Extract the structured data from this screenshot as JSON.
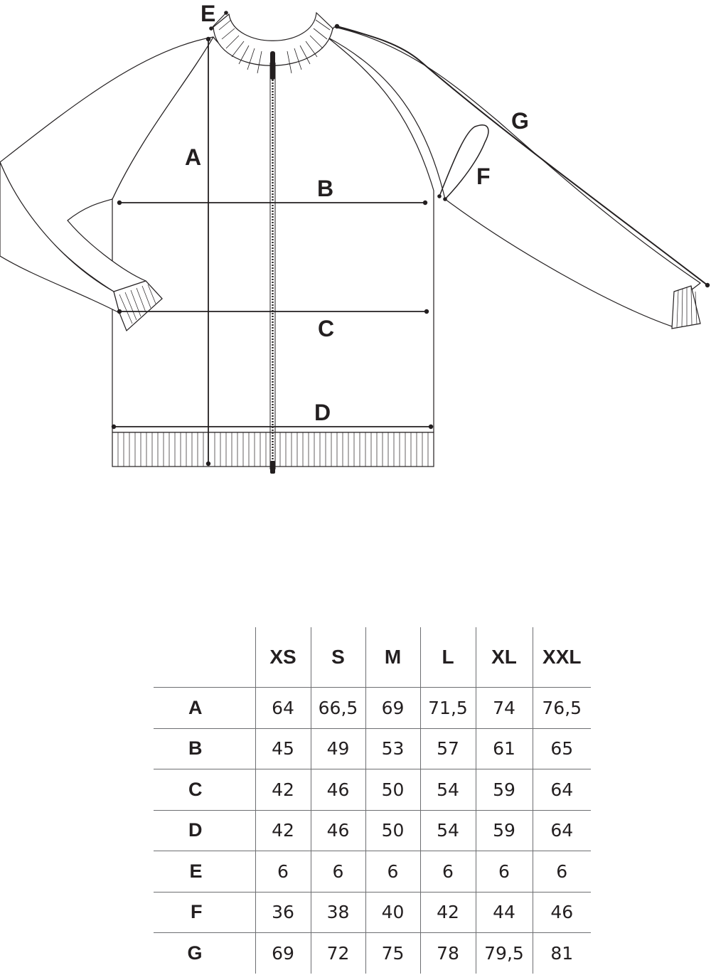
{
  "diagram": {
    "labels": {
      "A": "A",
      "B": "B",
      "C": "C",
      "D": "D",
      "E": "E",
      "F": "F",
      "G": "G"
    }
  },
  "table": {
    "sizes": [
      "XS",
      "S",
      "M",
      "L",
      "XL",
      "XXL"
    ],
    "rows": [
      {
        "label": "A",
        "values": [
          "64",
          "66,5",
          "69",
          "71,5",
          "74",
          "76,5"
        ]
      },
      {
        "label": "B",
        "values": [
          "45",
          "49",
          "53",
          "57",
          "61",
          "65"
        ]
      },
      {
        "label": "C",
        "values": [
          "42",
          "46",
          "50",
          "54",
          "59",
          "64"
        ]
      },
      {
        "label": "D",
        "values": [
          "42",
          "46",
          "50",
          "54",
          "59",
          "64"
        ]
      },
      {
        "label": "E",
        "values": [
          "6",
          "6",
          "6",
          "6",
          "6",
          "6"
        ]
      },
      {
        "label": "F",
        "values": [
          "36",
          "38",
          "40",
          "42",
          "44",
          "46"
        ]
      },
      {
        "label": "G",
        "values": [
          "69",
          "72",
          "75",
          "78",
          "79,5",
          "81"
        ]
      }
    ]
  }
}
